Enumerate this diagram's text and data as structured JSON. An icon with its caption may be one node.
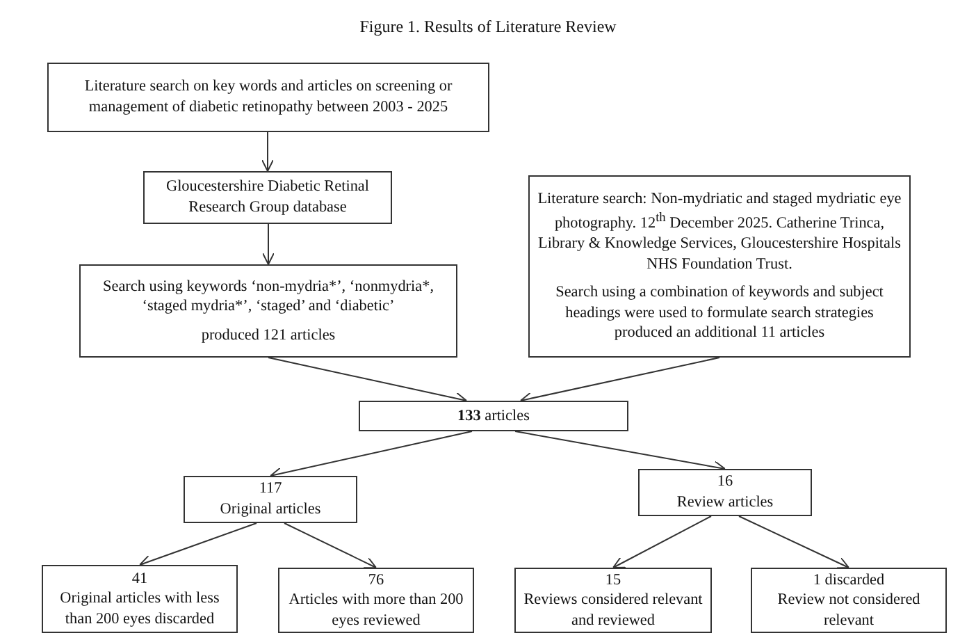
{
  "diagram": {
    "title": "Figure 1. Results of Literature Review",
    "nodes": [
      {
        "text": [
          "Literature search on key words and articles on screening or management of diabetic retinopathy between 2003 - 2025"
        ]
      },
      {
        "text": [
          "Gloucestershire Diabetic Retinal Research Group database"
        ]
      },
      {
        "text": [
          "Search using keywords ‘non-mydria*’, ‘nonmydria*, ‘staged mydria*’, ‘staged’ and ‘diabetic’",
          "produced 121 articles"
        ]
      },
      {
        "text": [
          "Literature search:  Non-mydriatic and staged mydriatic eye photography. 12$^{th}$ December 2025. Catherine Trinca, Library & Knowledge Services, Gloucestershire Hospitals NHS Foundation Trust.",
          "Search using a combination of keywords and subject headings were used to formulate search strategies produced an additional 11 articles"
        ]
      },
      {
        "text": [
          "**133** articles"
        ]
      },
      {
        "text": [
          "117",
          "Original articles"
        ]
      },
      {
        "text": [
          "16",
          "Review articles"
        ]
      },
      {
        "text": [
          "41",
          "Original articles with less than 200 eyes discarded"
        ]
      },
      {
        "text": [
          "76",
          "Articles with more than 200 eyes reviewed"
        ]
      },
      {
        "text": [
          "15",
          "Reviews considered relevant and reviewed"
        ]
      },
      {
        "text": [
          "1 discarded",
          "Review not considered relevant"
        ]
      }
    ],
    "edges": [
      {
        "from": 0,
        "to": 1,
        "arrow": "to"
      },
      {
        "from": 1,
        "to": 2,
        "arrow": "to"
      },
      {
        "from": 2,
        "to": 4,
        "arrow": "to"
      },
      {
        "from": 3,
        "to": 4,
        "arrow": "to"
      },
      {
        "from": 4,
        "to": 5,
        "arrow": "to"
      },
      {
        "from": 4,
        "to": 6,
        "arrow": "to"
      },
      {
        "from": 5,
        "to": 7,
        "arrow": "to"
      },
      {
        "from": 5,
        "to": 8,
        "arrow": "to"
      },
      {
        "from": 6,
        "to": 9,
        "arrow": "to"
      },
      {
        "from": 6,
        "to": 10,
        "arrow": "to"
      }
    ]
  }
}
